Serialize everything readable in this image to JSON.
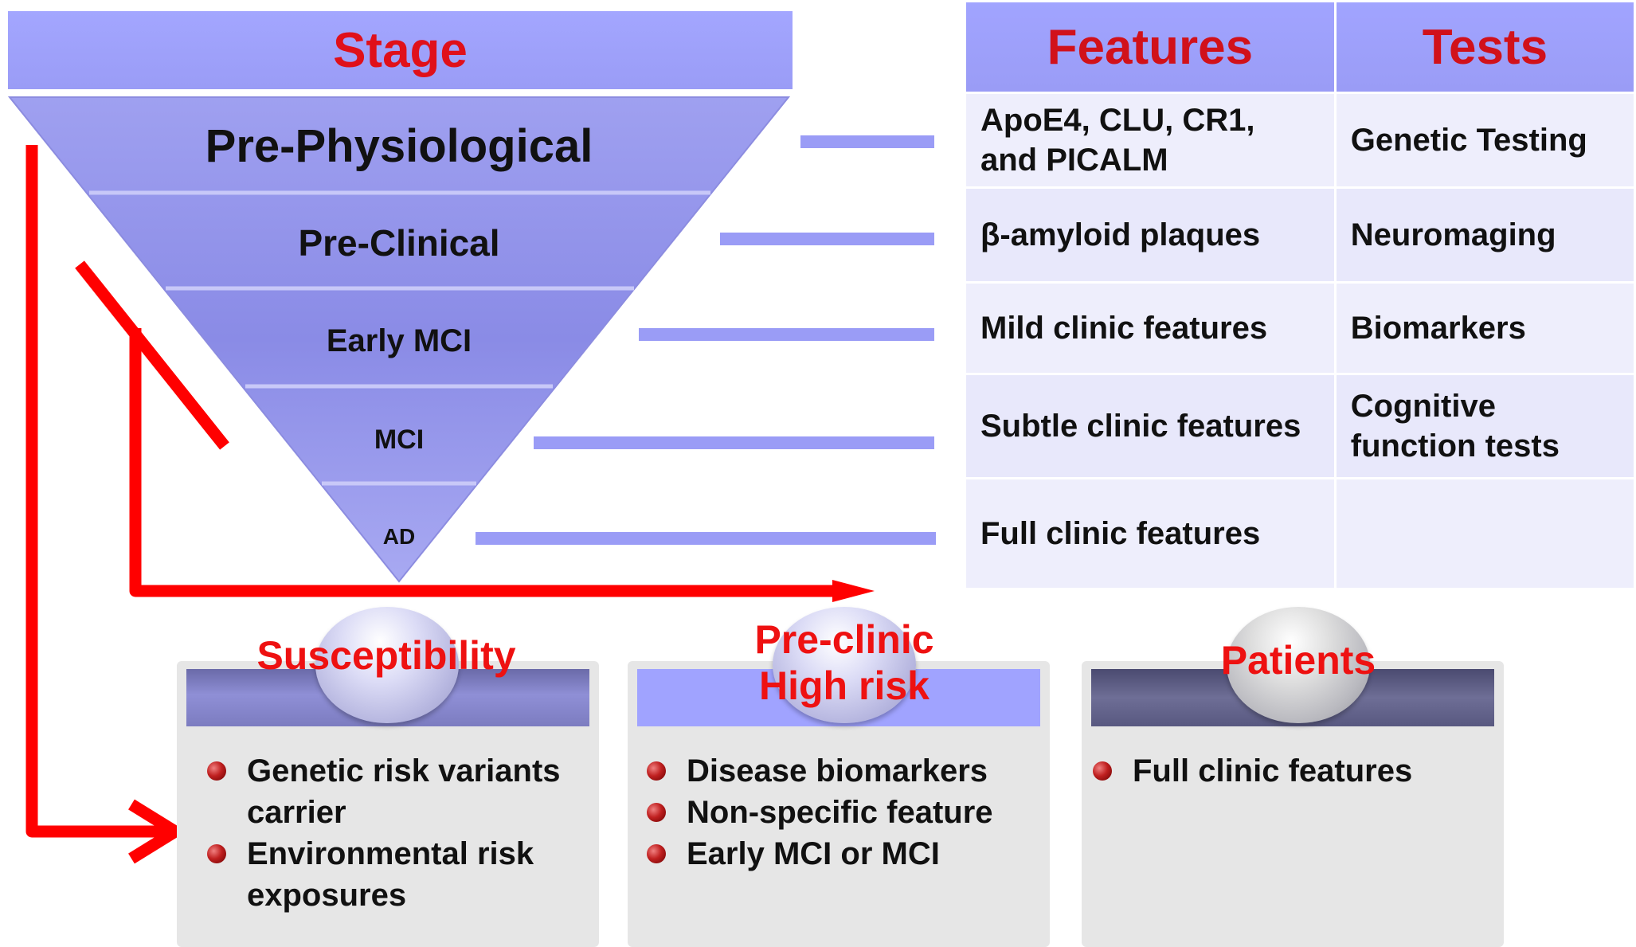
{
  "stage": {
    "header": "Stage",
    "levels": [
      "Pre-Physiological",
      "Pre-Clinical",
      "Early MCI",
      "MCI",
      "AD"
    ]
  },
  "table": {
    "headers": [
      "Features",
      "Tests"
    ],
    "rows": [
      {
        "feature": "ApoE4, CLU, CR1, and PICALM",
        "test": "Genetic Testing"
      },
      {
        "feature": "β-amyloid plaques",
        "test": "Neuromaging"
      },
      {
        "feature": "Mild clinic features",
        "test": "Biomarkers"
      },
      {
        "feature": "Subtle clinic features",
        "test": "Cognitive function tests"
      },
      {
        "feature": "Full clinic features",
        "test": ""
      }
    ]
  },
  "groups": [
    {
      "title": "Susceptibility",
      "items": [
        "Genetic risk variants carrier",
        "Environmental risk exposures"
      ]
    },
    {
      "title": "Pre-clinic High risk",
      "items": [
        "Disease biomarkers",
        "Non-specific feature",
        "Early MCI or MCI"
      ]
    },
    {
      "title": "Patients",
      "items": [
        "Full clinic features"
      ]
    }
  ],
  "colors": {
    "header_fill": "#9a9cf6",
    "title_red": "#e0101a",
    "arrow_red": "#ff0000",
    "connector": "#9a9cf6"
  }
}
